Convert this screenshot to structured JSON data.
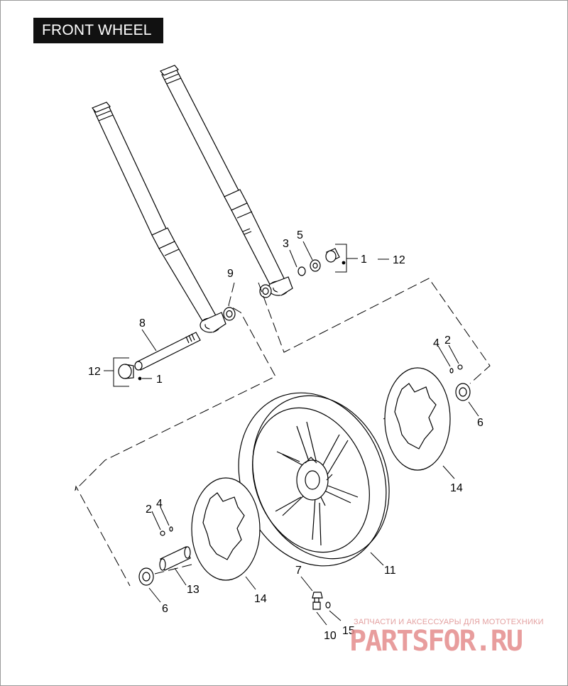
{
  "title": "FRONT WHEEL",
  "callouts": {
    "c1_right": "1",
    "c12_right": "12",
    "c3": "3",
    "c5": "5",
    "c9": "9",
    "c8": "8",
    "c12_left": "12",
    "c1_left": "1",
    "c4_right": "4",
    "c2_right": "2",
    "c6_right": "6",
    "c14_right": "14",
    "c11": "11",
    "c2_left": "2",
    "c4_left": "4",
    "c13": "13",
    "c14_left": "14",
    "c6_left": "6",
    "c7": "7",
    "c10": "10",
    "c15": "15"
  },
  "watermark": {
    "subtitle": "ЗАПЧАСТИ И АКСЕССУАРЫ ДЛЯ МОТОТЕХНИКИ",
    "logo": "PARTSFOR.RU"
  }
}
